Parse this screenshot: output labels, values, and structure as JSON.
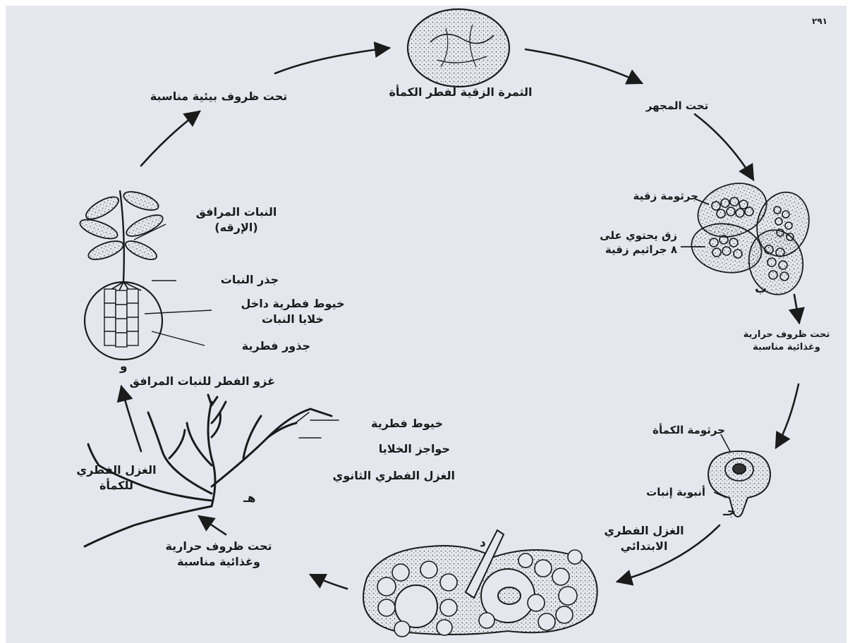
{
  "page_number": "٢٩١",
  "stages": {
    "ascocarp": "الثمرة الزقية لفطر الكمأة",
    "under_microscope": "تحت المجهر",
    "ascospore": "جرثومة زقية",
    "ascus_line1": "زق يحتوي على",
    "ascus_line2": "٨ جراثيم زقية",
    "thermal_nutrition_line1": "تحت ظروف حرارية",
    "thermal_nutrition_line2": "وغذائية مناسبة",
    "truffle_spore": "جرثومة الكمأة",
    "germ_tube": "أنبوبة إنبات",
    "primary_mycelium_line1": "الغزل الفطري",
    "primary_mycelium_line2": "الابتدائي",
    "thermal_nutrition2_line1": "تحت ظروف حرارية",
    "thermal_nutrition2_line2": "وغذائية مناسبة",
    "hyphae": "خيوط فطرية",
    "cell_septa": "حواجز الخلايا",
    "secondary_mycelium": "الغزل الفطري الثانوي",
    "truffle_mycelium_line1": "الغزل الفطري",
    "truffle_mycelium_line2": "للكمأة",
    "invasion": "غزو الفطر للنبات المرافق",
    "fungal_roots": "جذور فطرية",
    "hyphae_in_cells_line1": "خيوط فطرية داخل",
    "hyphae_in_cells_line2": "خلايا النبات",
    "plant_root": "جذر النبات",
    "host_plant_line1": "النبات المرافق",
    "host_plant_line2": "(الإرقه)",
    "suitable_env": "تحت ظروف بيئية مناسبة"
  },
  "letters": {
    "b": "ب",
    "j": "جـ",
    "d": "د",
    "h": "هـ",
    "w": "و"
  }
}
